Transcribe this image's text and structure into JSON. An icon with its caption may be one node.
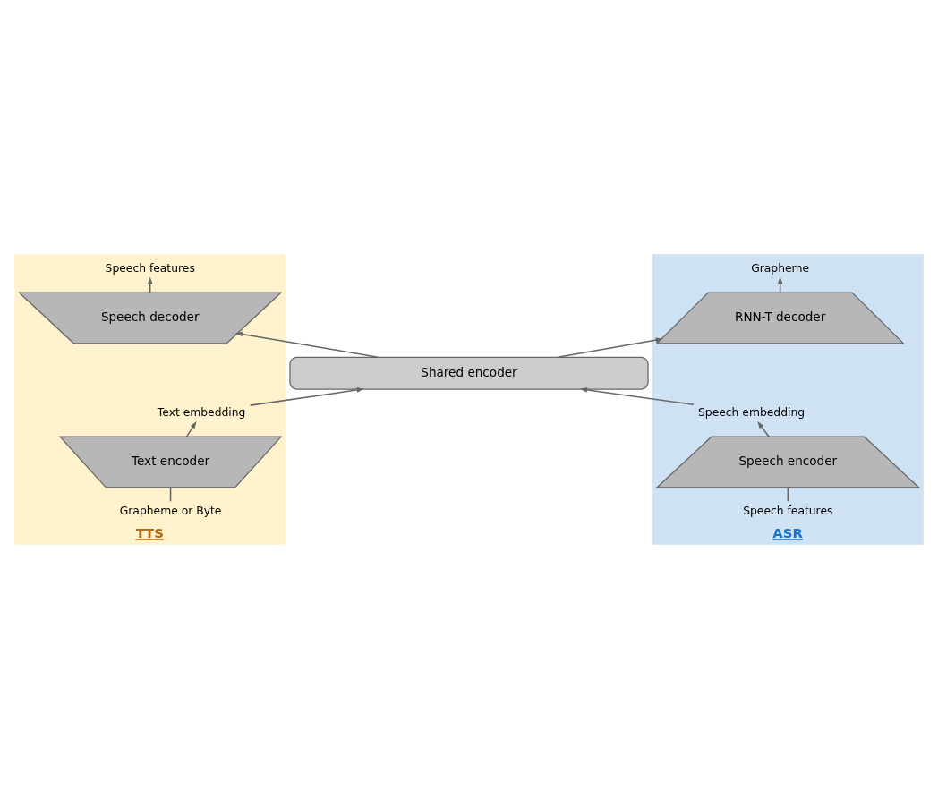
{
  "diagram": {
    "nodes": [
      {
        "text": [
          "ASR"
        ]
      },
      {
        "text": [
          "TTS"
        ]
      },
      {
        "text": [
          "Grapheme"
        ],
        "in": 0
      },
      {
        "text": [
          "RNN-T decoder"
        ],
        "in": 0
      },
      {
        "text": [
          "Speech embedding"
        ],
        "in": 0
      },
      {
        "text": [
          "Speech encoder"
        ],
        "in": 0
      },
      {
        "text": [
          "Speech features"
        ],
        "in": 0
      },
      {
        "text": [
          "Speech features"
        ],
        "in": 1
      },
      {
        "text": [
          "Speech decoder"
        ],
        "in": 1
      },
      {
        "text": [
          "Text embedding"
        ],
        "in": 1
      },
      {
        "text": [
          "Text encoder"
        ],
        "in": 1
      },
      {
        "text": [
          "Grapheme or Byte"
        ],
        "in": 1
      },
      {
        "text": [
          "Shared encoder"
        ]
      }
    ],
    "edges": [
      {
        "from": 6,
        "to": 5,
        "arrow": "none"
      },
      {
        "from": 5,
        "to": 4,
        "arrow": "to"
      },
      {
        "from": 4,
        "to": 12,
        "arrow": "to"
      },
      {
        "from": 12,
        "to": 3,
        "arrow": "to"
      },
      {
        "from": 3,
        "to": 2,
        "arrow": "to"
      },
      {
        "from": 11,
        "to": 10,
        "arrow": "none"
      },
      {
        "from": 10,
        "to": 9,
        "arrow": "to"
      },
      {
        "from": 9,
        "to": 12,
        "arrow": "to"
      },
      {
        "from": 12,
        "to": 8,
        "arrow": "to"
      },
      {
        "from": 8,
        "to": 7,
        "arrow": "to"
      }
    ]
  }
}
